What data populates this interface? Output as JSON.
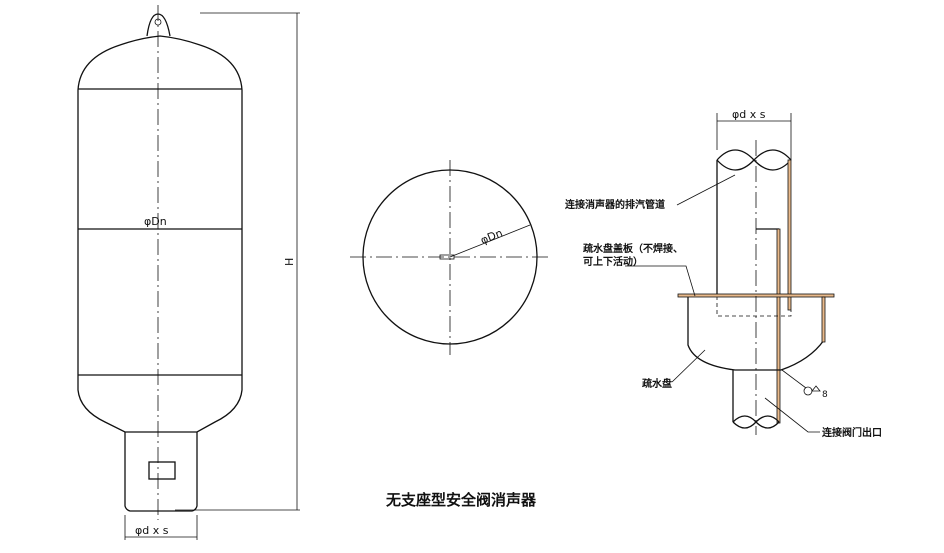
{
  "title": "无支座型安全阀消声器",
  "vessel": {
    "height_label": "H",
    "diameter_label": "φDn",
    "outlet_label": "φd  x  s"
  },
  "plan_view": {
    "diameter_label": "φDn"
  },
  "detail": {
    "pipe_dim_label": "φd  x  s",
    "exhaust_pipe_label": "连接消声器的排汽管道",
    "cover_label_line1": "疏水盘盖板（不焊接、",
    "cover_label_line2": "可上下活动）",
    "drain_pan_label": "疏水盘",
    "weld_label": "8",
    "valve_outlet_label": "连接阀门出口"
  }
}
